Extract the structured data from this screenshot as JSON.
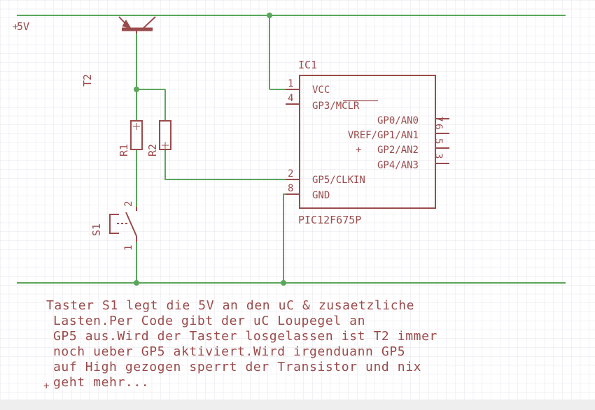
{
  "supply_label": "5V",
  "transistor": {
    "name": "T2"
  },
  "resistors": {
    "r1": "R1",
    "r2": "R2"
  },
  "switch": {
    "name": "S1",
    "pin_top": "2",
    "pin_bottom": "1"
  },
  "ic": {
    "name": "IC1",
    "part": "PIC12F675P",
    "left_pins": [
      {
        "num": "1",
        "label": "VCC"
      },
      {
        "num": "4",
        "label": "GP3/MCLR"
      },
      {
        "num": "2",
        "label": "GP5/CLKIN"
      },
      {
        "num": "8",
        "label": "GND"
      }
    ],
    "right_pins": [
      {
        "num": "7",
        "label": "GP0/AN0"
      },
      {
        "num": "6",
        "label": "VREF/GP1/AN1"
      },
      {
        "num": "5",
        "label": "GP2/AN2"
      },
      {
        "num": "3",
        "label": "GP4/AN3"
      }
    ]
  },
  "note_lines": [
    "Taster S1 legt die 5V an den uC & zusaetzliche",
    "Lasten.Per Code gibt der  uC Loupegel an",
    "GP5 aus.Wird der Taster losgelassen ist T2 immer",
    "noch ueber GP5 aktiviert.Wird irgenduann GP5",
    "auf High gezogen sperrt der Transistor und nix",
    "geht mehr..."
  ],
  "colors": {
    "wire": "#5aa65a",
    "part": "#9a4b4b",
    "grid": "#e6e6ee",
    "background": "#ffffff",
    "statusbar": "#eeeeee"
  }
}
